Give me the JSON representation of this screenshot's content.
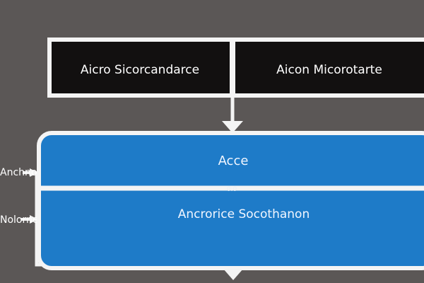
{
  "diagram": {
    "top_boxes": [
      {
        "label": "Aicro Sicorcandarce"
      },
      {
        "label": "Aicon Micorotarte"
      }
    ],
    "main_panel": {
      "top_label": "Acce",
      "divider_label": "0:0",
      "bottom_label": "Ancrorice Socothanon"
    },
    "side_labels": [
      {
        "label": "Anchno"
      },
      {
        "label": "Nolorne"
      }
    ],
    "colors": {
      "background": "#5b5756",
      "box_fill": "#121010",
      "panel_fill": "#1e7bc8",
      "stroke": "#f4f4f4",
      "top_text": "#ffffff",
      "panel_text": "#f1f6ff"
    }
  }
}
